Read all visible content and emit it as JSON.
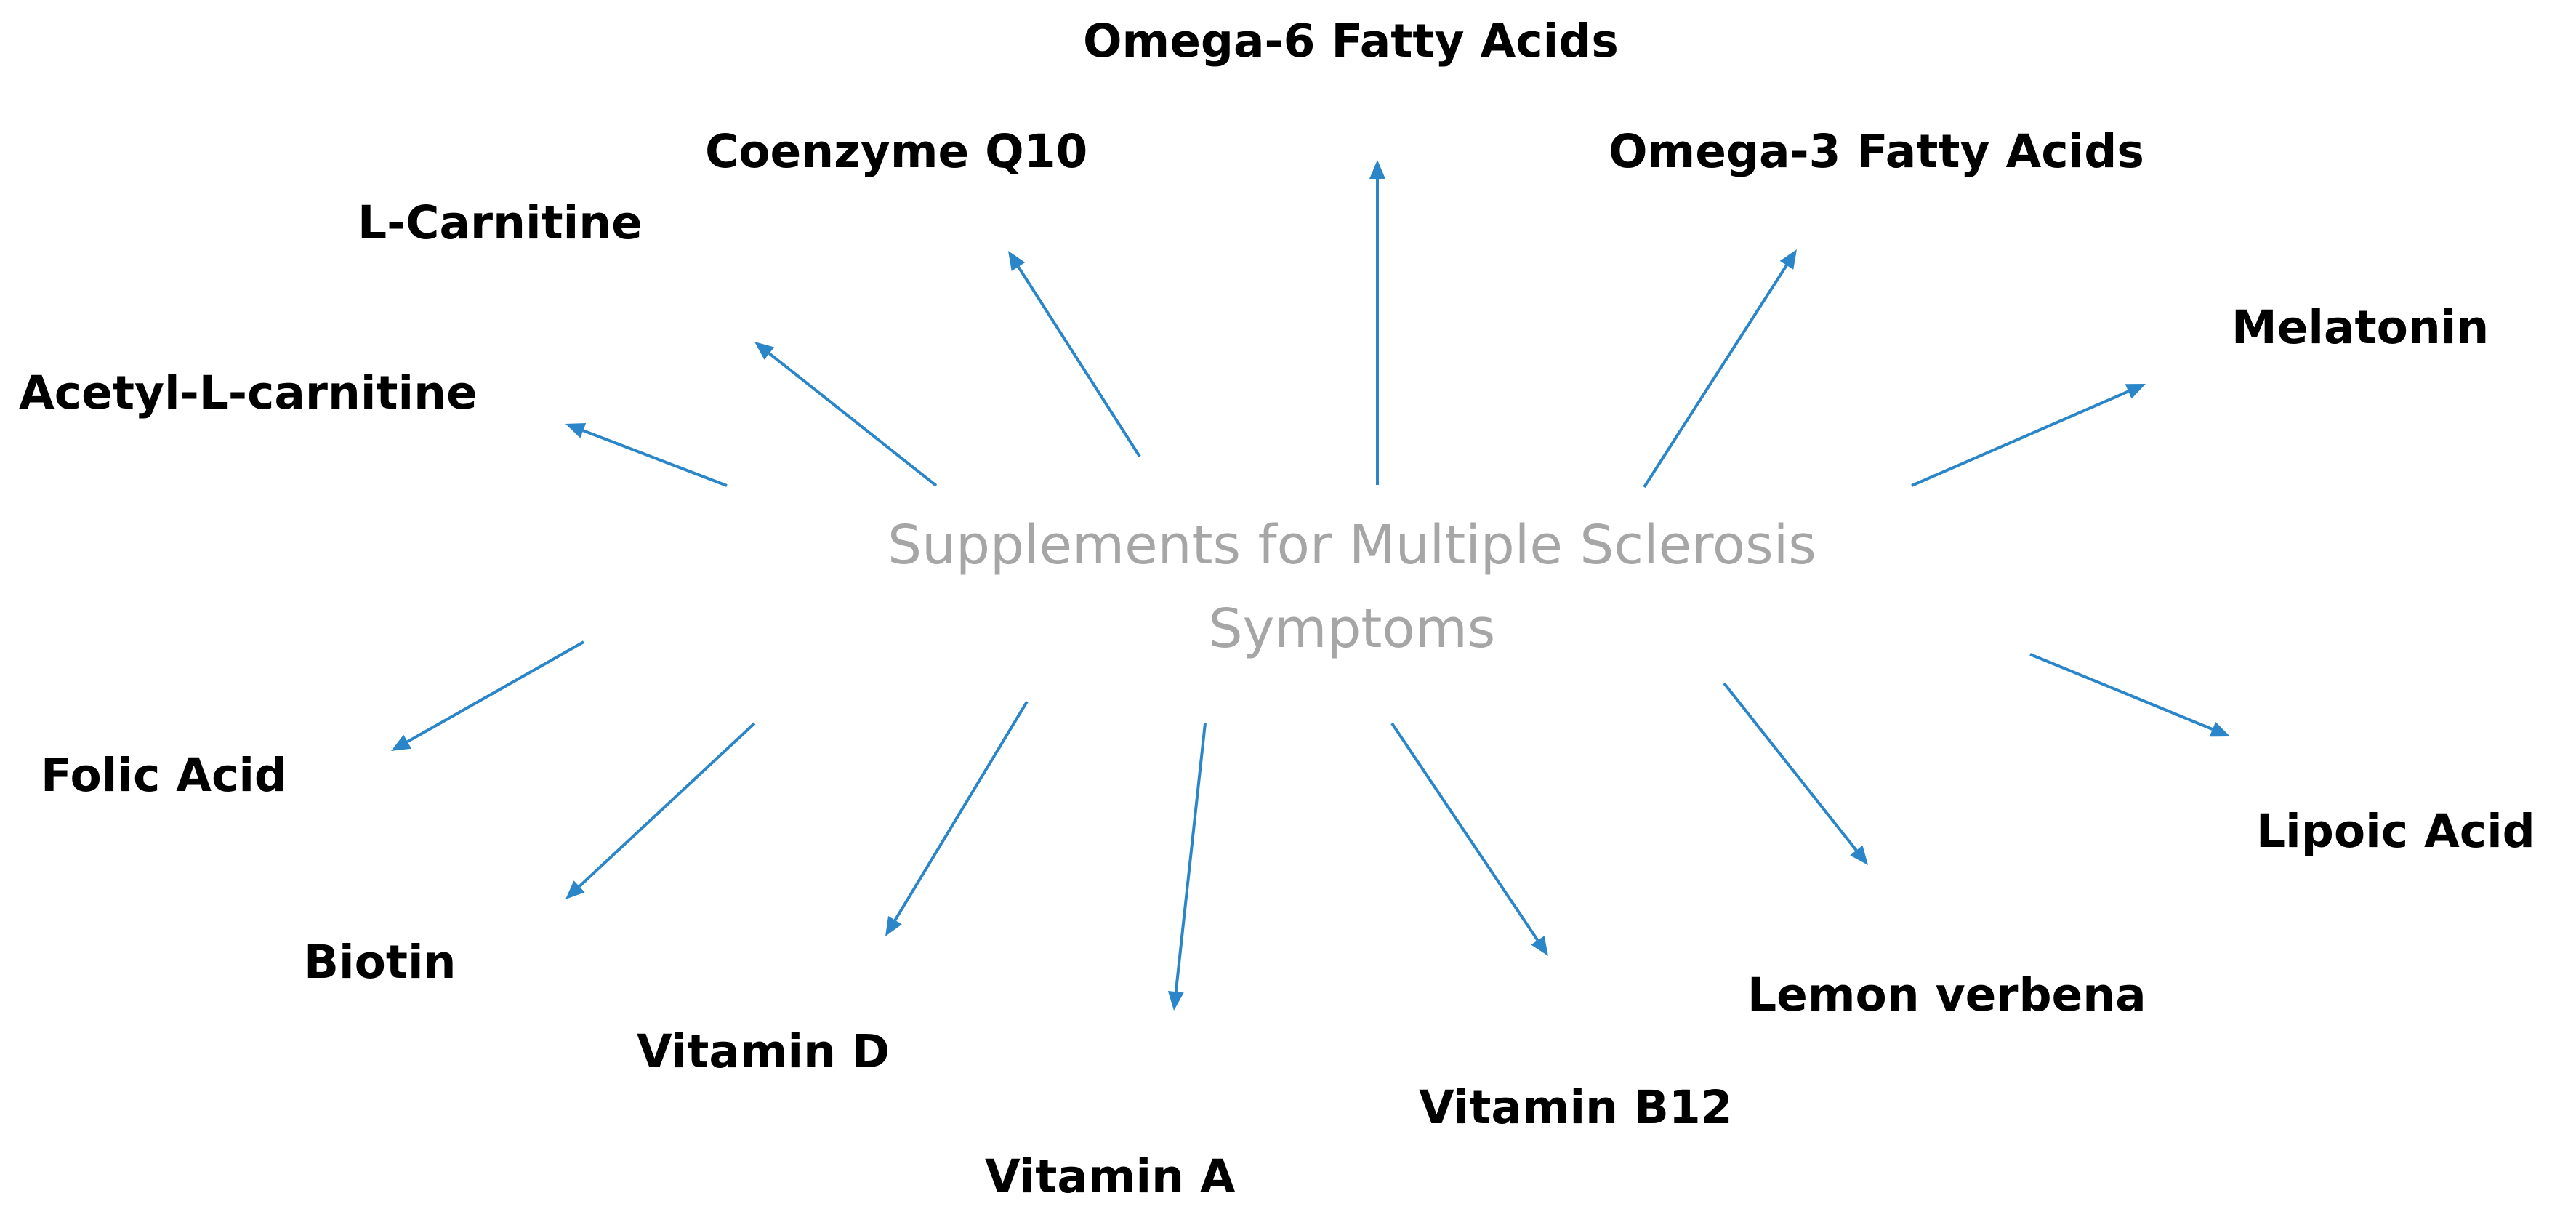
{
  "diagram": {
    "center": {
      "line1": "Supplements for Multiple Sclerosis",
      "line2": "Symptoms"
    },
    "nodes": [
      {
        "id": "omega-6-fatty-acids",
        "label": "Omega-6 Fatty Acids"
      },
      {
        "id": "coenzyme-q10",
        "label": "Coenzyme Q10"
      },
      {
        "id": "omega-3-fatty-acids",
        "label": "Omega-3 Fatty Acids"
      },
      {
        "id": "l-carnitine",
        "label": "L-Carnitine"
      },
      {
        "id": "melatonin",
        "label": "Melatonin"
      },
      {
        "id": "acetyl-l-carnitine",
        "label": "Acetyl-L-carnitine"
      },
      {
        "id": "folic-acid",
        "label": "Folic Acid"
      },
      {
        "id": "lipoic-acid",
        "label": "Lipoic Acid"
      },
      {
        "id": "biotin",
        "label": "Biotin"
      },
      {
        "id": "vitamin-d",
        "label": "Vitamin D"
      },
      {
        "id": "lemon-verbena",
        "label": "Lemon verbena"
      },
      {
        "id": "vitamin-b12",
        "label": "Vitamin B12"
      },
      {
        "id": "vitamin-a",
        "label": "Vitamin A"
      }
    ],
    "colors": {
      "arrow": "#2a86c8",
      "center_text": "#a6a6a6",
      "node_text": "#000000",
      "background": "#ffffff"
    }
  }
}
